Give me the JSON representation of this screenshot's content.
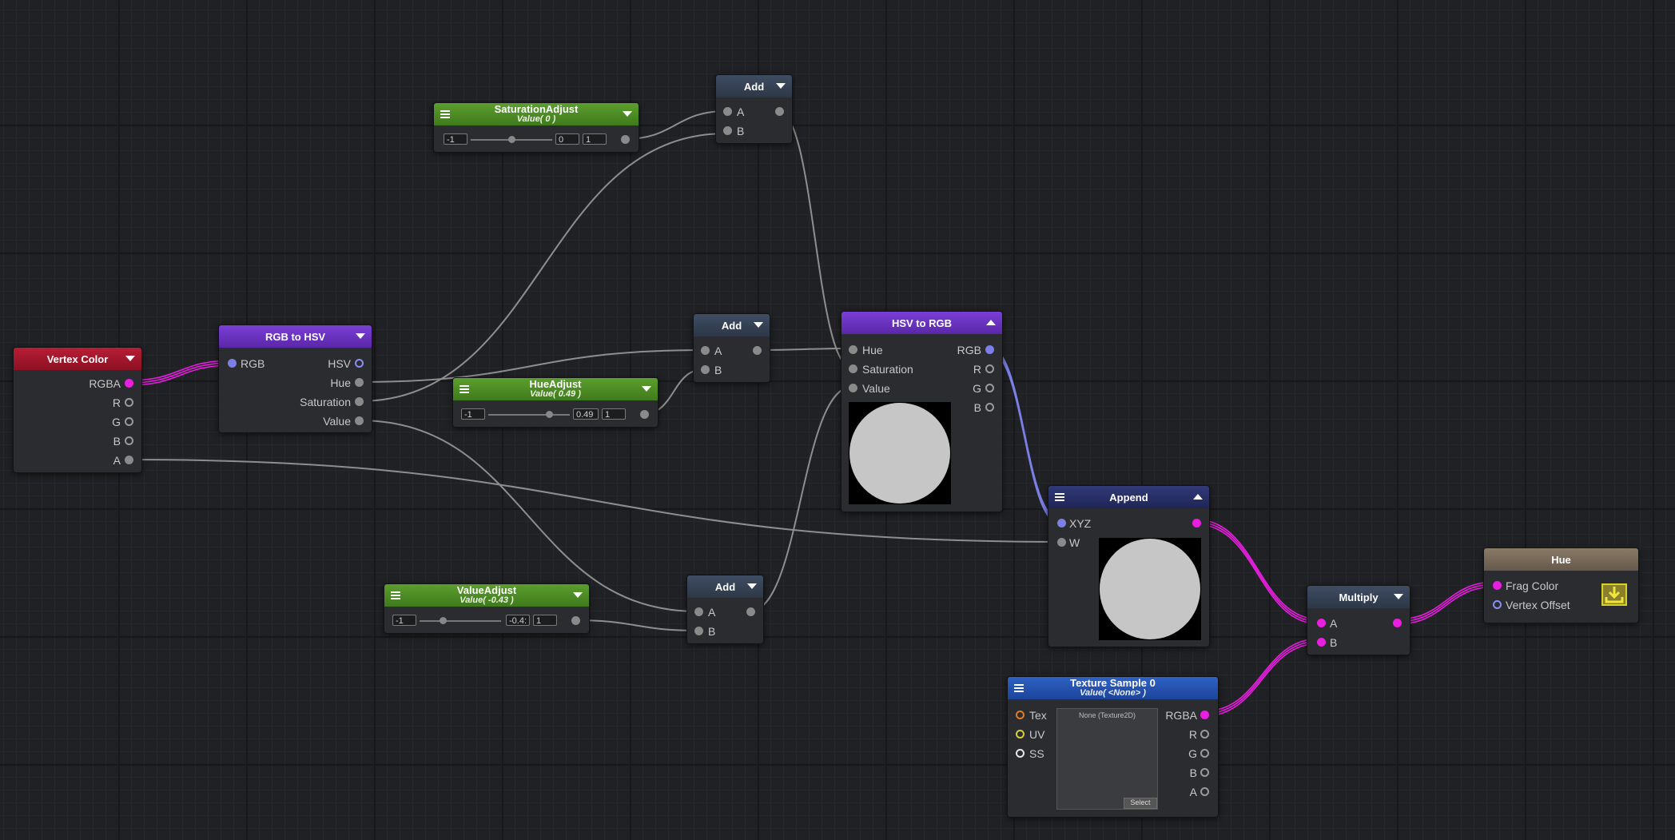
{
  "colors": {
    "magenta_wire": "#e81ee0",
    "blue_wire": "#7b7fe6",
    "gray_wire": "#8e8e8e",
    "red_header": "#b81d35",
    "purple_header": "#7a3fd6",
    "green_header": "#5c9e2e"
  },
  "nodes": {
    "vertex_color": {
      "title": "Vertex Color",
      "outputs": [
        "RGBA",
        "R",
        "G",
        "B",
        "A"
      ]
    },
    "rgb_to_hsv": {
      "title": "RGB to HSV",
      "input": "RGB",
      "outputs": [
        "HSV",
        "Hue",
        "Saturation",
        "Value"
      ]
    },
    "saturation_adjust": {
      "title": "SaturationAdjust",
      "subtitle": "Value( 0 )",
      "min": "-1",
      "value": "0",
      "max": "1",
      "slider_fraction": 0.5
    },
    "hue_adjust": {
      "title": "HueAdjust",
      "subtitle": "Value( 0.49 )",
      "min": "-1",
      "value": "0.49",
      "max": "1",
      "slider_fraction": 0.745
    },
    "value_adjust": {
      "title": "ValueAdjust",
      "subtitle": "Value( -0.43 )",
      "min": "-1",
      "value": "-0.4:",
      "max": "1",
      "slider_fraction": 0.285
    },
    "add_top": {
      "title": "Add",
      "inputs": [
        "A",
        "B"
      ]
    },
    "add_mid": {
      "title": "Add",
      "inputs": [
        "A",
        "B"
      ]
    },
    "add_bottom": {
      "title": "Add",
      "inputs": [
        "A",
        "B"
      ]
    },
    "hsv_to_rgb": {
      "title": "HSV to RGB",
      "inputs": [
        "Hue",
        "Saturation",
        "Value"
      ],
      "outputs": [
        "RGB",
        "R",
        "G",
        "B"
      ]
    },
    "append": {
      "title": "Append",
      "inputs": [
        "XYZ",
        "W"
      ]
    },
    "multiply": {
      "title": "Multiply",
      "inputs": [
        "A",
        "B"
      ]
    },
    "texture_sample": {
      "title": "Texture Sample 0",
      "subtitle": "Value( <None> )",
      "inputs": [
        "Tex",
        "UV",
        "SS"
      ],
      "outputs": [
        "RGBA",
        "R",
        "G",
        "B",
        "A"
      ],
      "texture_label": "None (Texture2D)",
      "select_label": "Select"
    },
    "hue_output": {
      "title": "Hue",
      "inputs": [
        "Frag Color",
        "Vertex Offset"
      ]
    }
  },
  "icons": [
    "menu-icon",
    "dropdown-arrow-icon",
    "collapse-arrow-icon",
    "output-node-icon"
  ]
}
